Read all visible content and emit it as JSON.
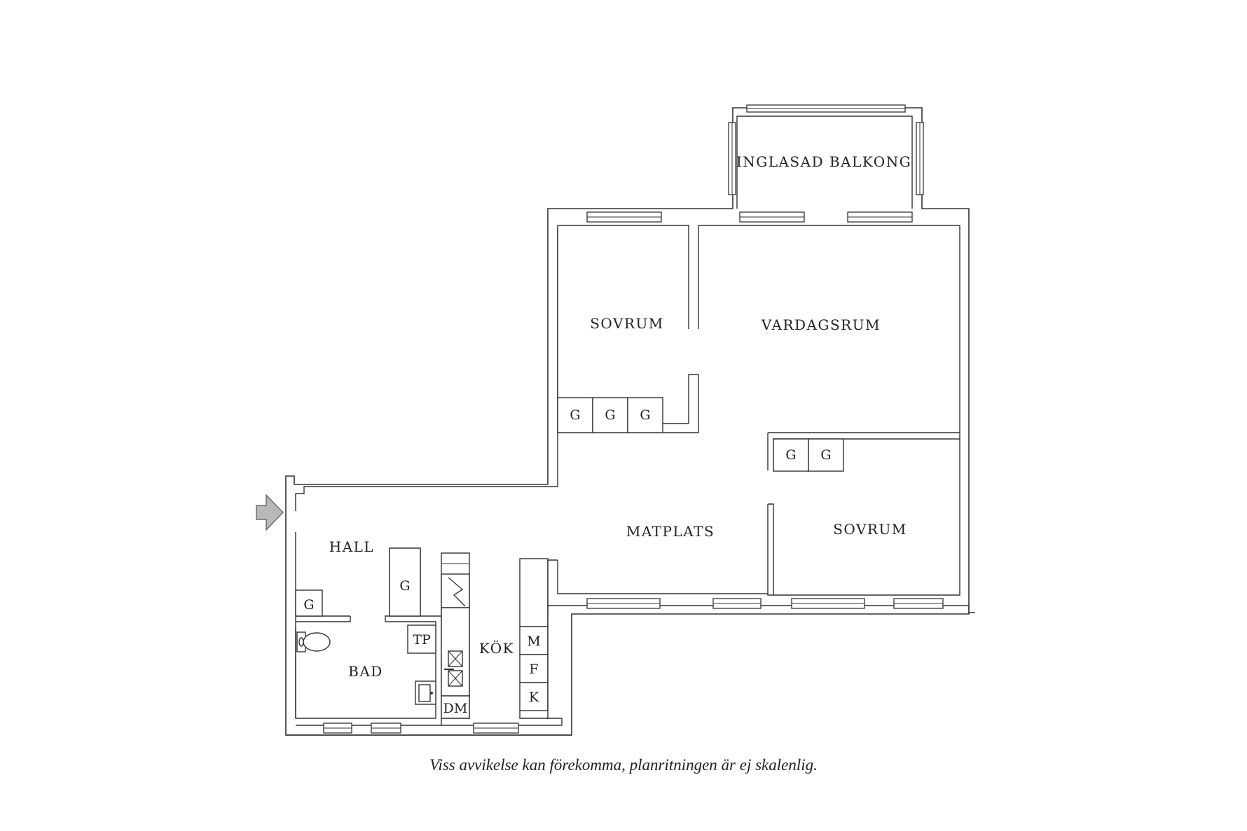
{
  "rooms": {
    "balkong": "INGLASAD BALKONG",
    "sovrum_1": "SOVRUM",
    "vardagsrum": "VARDAGSRUM",
    "matplats": "MATPLATS",
    "sovrum_2": "SOVRUM",
    "hall": "HALL",
    "bad": "BAD",
    "kok": "KÖK"
  },
  "fixtures": {
    "g1": "G",
    "g2": "G",
    "g3": "G",
    "g4": "G",
    "g5": "G",
    "g_hall": "G",
    "g_closet": "G",
    "tp": "TP",
    "dm": "DM",
    "m": "M",
    "f": "F",
    "k": "K"
  },
  "icons": {
    "entrance": "entrance-arrow-icon",
    "stove": "stove-icon",
    "sink": "sink-icon",
    "toilet": "toilet-icon",
    "washbasin": "washbasin-icon"
  },
  "footer": {
    "disclaimer": "Viss avvikelse kan förekomma, planritningen är ej skalenlig."
  }
}
